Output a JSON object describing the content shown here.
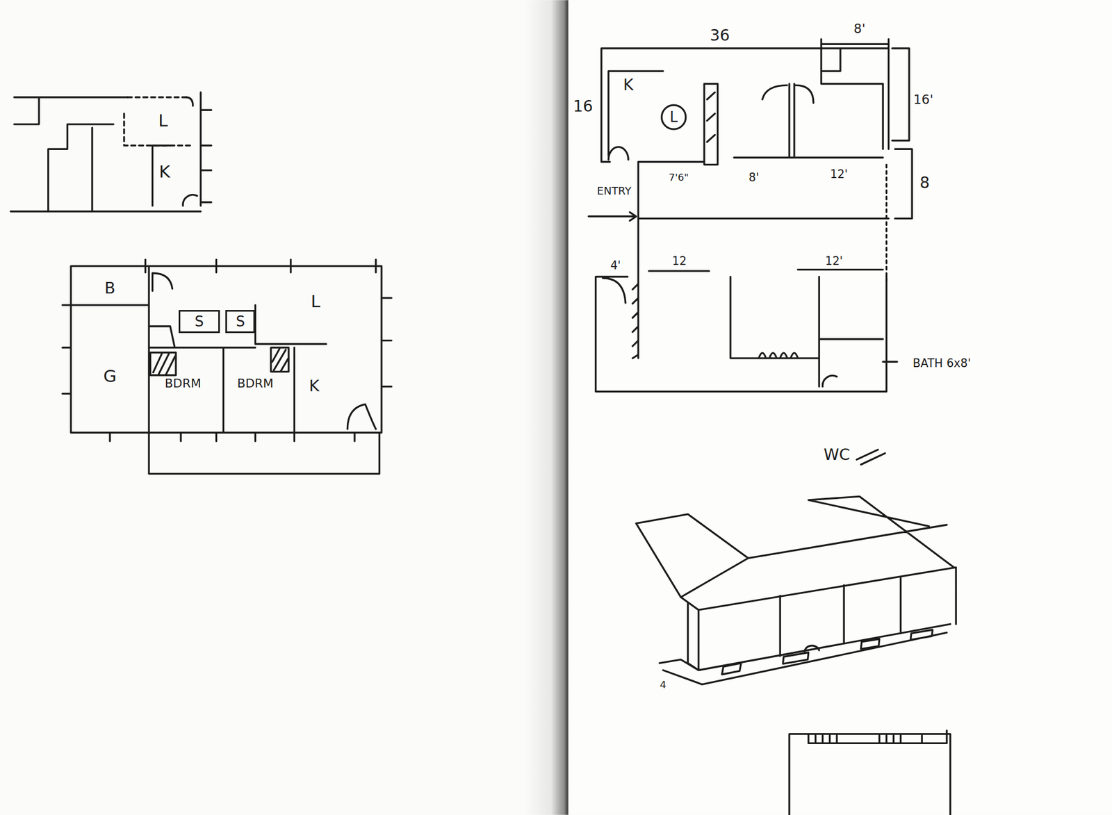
{
  "diagram": {
    "nodes": [
      {
        "text": [
          "S"
        ]
      },
      {
        "text": [
          "S"
        ]
      }
    ],
    "labels": [
      "L",
      "K",
      "B",
      "L",
      "G",
      "BDRM",
      "BDRM",
      "K",
      "36",
      "8'",
      "16",
      "K",
      "L",
      "16'",
      "8",
      "7'6\"",
      "8'",
      "12'",
      "ENTRY",
      "4'",
      "12",
      "12'",
      "BATH 6x8'",
      "WC",
      "4"
    ]
  }
}
